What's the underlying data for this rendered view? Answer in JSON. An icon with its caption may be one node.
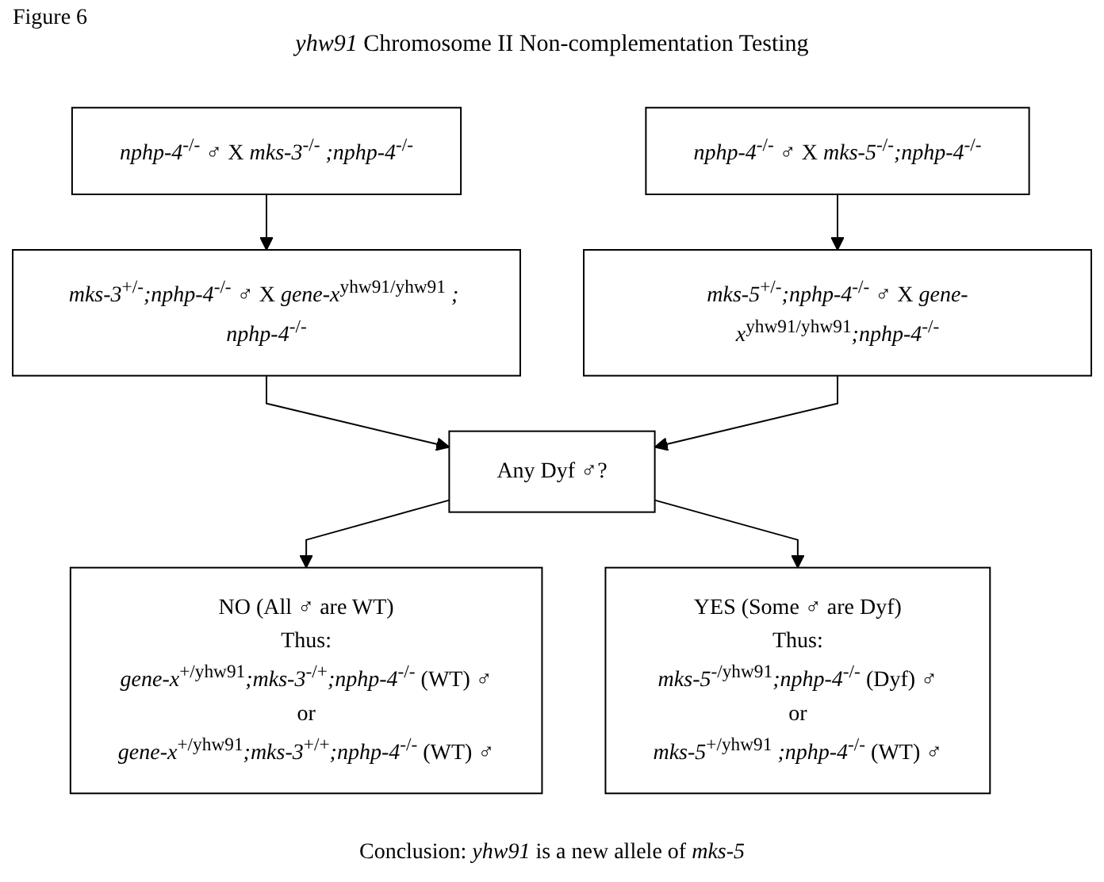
{
  "diagram": {
    "title": "*yhw91* Chromosome II Non-complementation Testing",
    "nodes": [
      {
        "text": [
          "*nphp-4*$^{-/-}$ ♂ X *mks-3*$^{-/-}$ *;nphp-4*$^{-/-}$"
        ]
      },
      {
        "text": [
          "*nphp-4*$^{-/-}$ ♂ X *mks-5*$^{-/-}$*;nphp-4*$^{-/-}$"
        ]
      },
      {
        "text": [
          "*mks-3*$^{+/-}$*;nphp-4*$^{-/-}$ ♂ X *gene-x*$^{yhw91/yhw91}$ *; nphp-4*$^{-/-}$"
        ]
      },
      {
        "text": [
          "*mks-5*$^{+/-}$*;nphp-4*$^{-/-}$ ♂ X *gene-x*$^{yhw91/yhw91}$*;nphp-4*$^{-/-}$"
        ]
      },
      {
        "text": [
          "Any Dyf ♂?"
        ]
      },
      {
        "text": [
          "NO (All ♂ are WT)",
          "Thus:",
          "*gene-x*$^{+/yhw91}$*;mks-3*$^{-/+}$*;nphp-4*$^{-/-}$ (WT) ♂",
          "or",
          "*gene-x*$^{+/yhw91}$*;mks-3*$^{+/+}$*;nphp-4*$^{-/-}$ (WT) ♂"
        ]
      },
      {
        "text": [
          "YES (Some ♂ are Dyf)",
          "Thus:",
          "*mks-5*$^{-/yhw91}$*;nphp-4*$^{-/-}$ (Dyf) ♂",
          "or",
          "*mks-5*$^{+/yhw91}$ *;nphp-4*$^{-/-}$ (WT) ♂"
        ]
      }
    ],
    "edges": [
      {
        "from": 0,
        "to": 2,
        "arrow": "to"
      },
      {
        "from": 1,
        "to": 3,
        "arrow": "to"
      },
      {
        "from": 2,
        "to": 4,
        "arrow": "to"
      },
      {
        "from": 3,
        "to": 4,
        "arrow": "to"
      },
      {
        "from": 4,
        "to": 5,
        "arrow": "to"
      },
      {
        "from": 4,
        "to": 6,
        "arrow": "to"
      }
    ],
    "labels": [
      "Figure 6",
      "Conclusion: *yhw91* is a new allele of *mks-5*"
    ]
  }
}
